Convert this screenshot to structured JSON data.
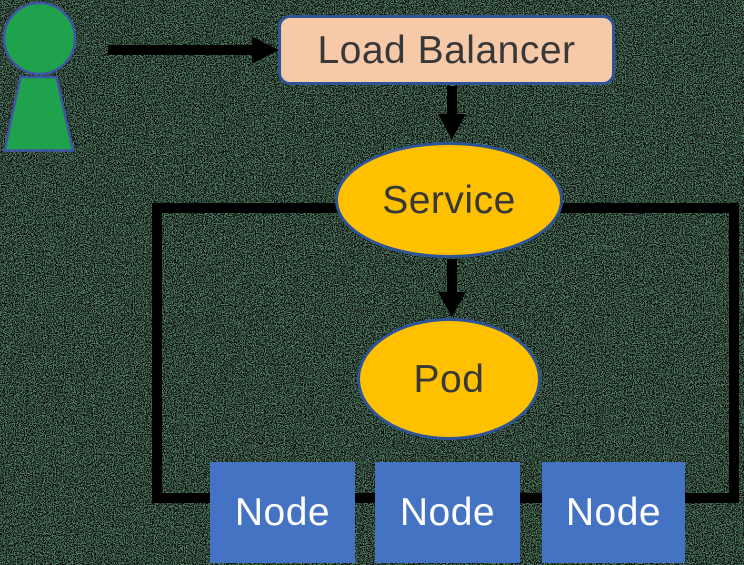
{
  "diagram": {
    "type": "architecture-flow",
    "nodes": [
      {
        "id": "user",
        "label": "",
        "shape": "person-icon",
        "fill": "#1EA24B"
      },
      {
        "id": "load_balancer",
        "label": "Load Balancer",
        "shape": "rounded-rect",
        "fill": "#F6C9A9"
      },
      {
        "id": "service",
        "label": "Service",
        "shape": "ellipse",
        "fill": "#FFC000"
      },
      {
        "id": "pod",
        "label": "Pod",
        "shape": "ellipse",
        "fill": "#FFC000"
      },
      {
        "id": "node1",
        "label": "Node",
        "shape": "rect",
        "fill": "#4573C4"
      },
      {
        "id": "node2",
        "label": "Node",
        "shape": "rect",
        "fill": "#4573C4"
      },
      {
        "id": "node3",
        "label": "Node",
        "shape": "rect",
        "fill": "#4573C4"
      }
    ],
    "edges": [
      {
        "from": "user",
        "to": "load_balancer",
        "style": "arrow"
      },
      {
        "from": "load_balancer",
        "to": "service",
        "style": "arrow"
      },
      {
        "from": "service",
        "to": "pod",
        "style": "arrow"
      },
      {
        "from": "service",
        "to": "nodes",
        "style": "rectangular-loop-line"
      }
    ]
  },
  "colors": {
    "person_green": "#1EA24B",
    "person_outline": "#3F56A5",
    "lb_fill": "#F6C9A9",
    "shape_border": "#2F5496",
    "ellipse_fill": "#FFC000",
    "node_fill": "#4573C4",
    "label_color": "#383838",
    "node_label_color": "#FFFFFF",
    "arrow_color": "#000000",
    "noise_green": "#507A5F"
  }
}
